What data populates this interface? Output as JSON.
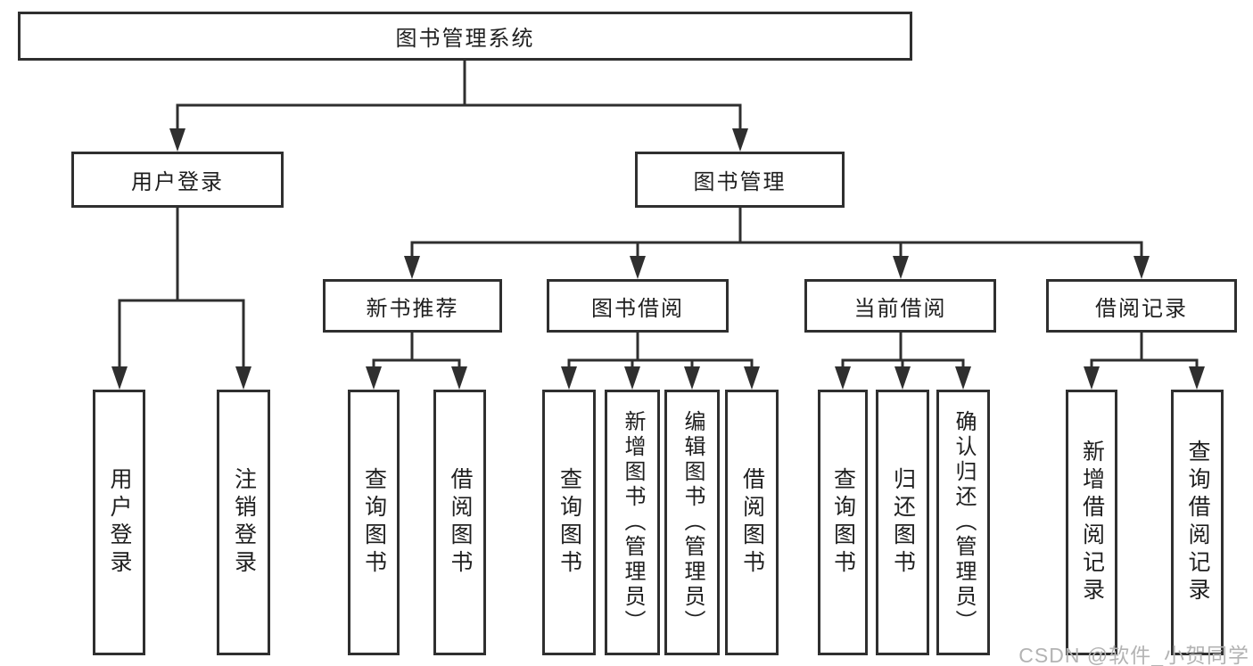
{
  "diagram": {
    "root": {
      "label": "图书管理系统"
    },
    "level2": [
      {
        "id": "user-login",
        "label": "用户登录"
      },
      {
        "id": "book-management",
        "label": "图书管理"
      }
    ],
    "level3": [
      {
        "id": "new-book-recommendation",
        "label": "新书推荐"
      },
      {
        "id": "book-borrowing",
        "label": "图书借阅"
      },
      {
        "id": "current-borrowing",
        "label": "当前借阅"
      },
      {
        "id": "borrowing-records",
        "label": "借阅记录"
      }
    ],
    "leaves": [
      {
        "id": "user-login-leaf",
        "label": "用户登录"
      },
      {
        "id": "logout",
        "label": "注销登录"
      },
      {
        "id": "query-books-recommend",
        "label": "查询图书"
      },
      {
        "id": "borrow-books-recommend",
        "label": "借阅图书"
      },
      {
        "id": "query-books-borrow",
        "label": "查询图书"
      },
      {
        "id": "add-book-admin",
        "label": "新增图书（管理员）"
      },
      {
        "id": "edit-book-admin",
        "label": "编辑图书（管理员）"
      },
      {
        "id": "borrow-books-borrow",
        "label": "借阅图书"
      },
      {
        "id": "query-books-current",
        "label": "查询图书"
      },
      {
        "id": "return-books",
        "label": "归还图书"
      },
      {
        "id": "confirm-return-admin",
        "label": "确认归还（管理员）"
      },
      {
        "id": "add-borrow-record",
        "label": "新增借阅记录"
      },
      {
        "id": "query-borrow-record",
        "label": "查询借阅记录"
      }
    ]
  },
  "watermark": {
    "text": "CSDN @软件_小贺同学"
  },
  "colors": {
    "line": "#2f2f2f",
    "text": "#1f1f1f",
    "background": "#ffffff",
    "watermark": "#b3b3b3"
  }
}
